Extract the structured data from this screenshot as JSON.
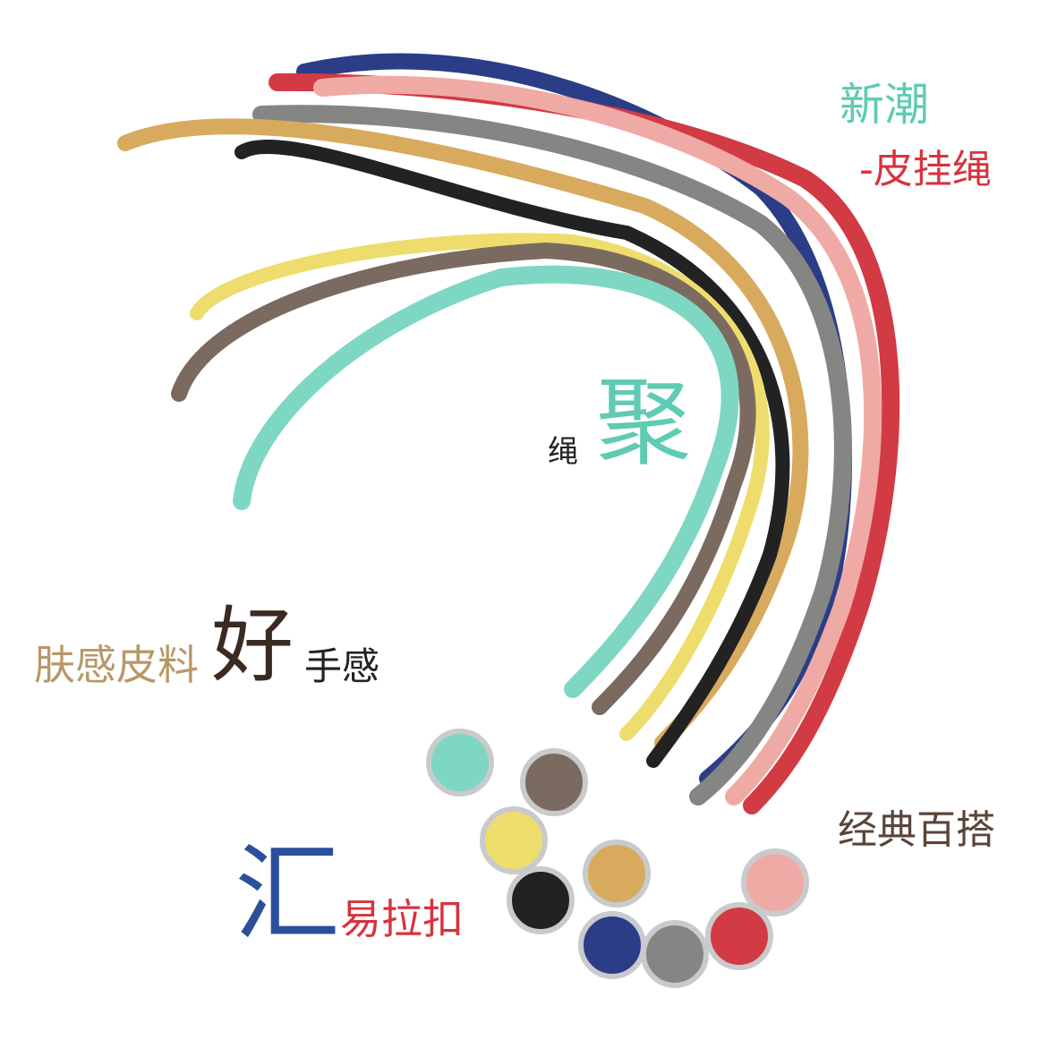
{
  "colors": {
    "teal": "#5fcbb3",
    "red": "#d7333f",
    "tan": "#b89868",
    "dark": "#222222",
    "navy": "#2c4f9c",
    "brown": "#5a4438",
    "strap_navy": "#2b3d86",
    "strap_red": "#d23a44",
    "strap_pink": "#efaaa5",
    "strap_gray": "#858583",
    "strap_gold": "#d8aa5e",
    "strap_black": "#222222",
    "strap_yellow": "#eedd6c",
    "strap_brown": "#7b6a60",
    "strap_teal": "#7ed7c2",
    "chrome": "#c9cacc"
  },
  "labels": {
    "xinchao": "新潮",
    "piguasheng": "-皮挂绳",
    "sheng": "绳",
    "ju": "聚",
    "fugan": "肤感皮料",
    "hao": "好",
    "shougan": "手感",
    "jingdian": "经典百搭",
    "hui": "汇",
    "yilakou": "易拉扣"
  },
  "label_colors": {
    "xinchao": "#5fcbb3",
    "piguasheng": "#d7333f",
    "sheng": "#222222",
    "ju": "#5fcbb3",
    "fugan": "#b89868",
    "hao": "#3b2a22",
    "shougan": "#222222",
    "jingdian": "#5a4438",
    "hui": "#2c4f9c",
    "yilakou": "#d7333f"
  }
}
